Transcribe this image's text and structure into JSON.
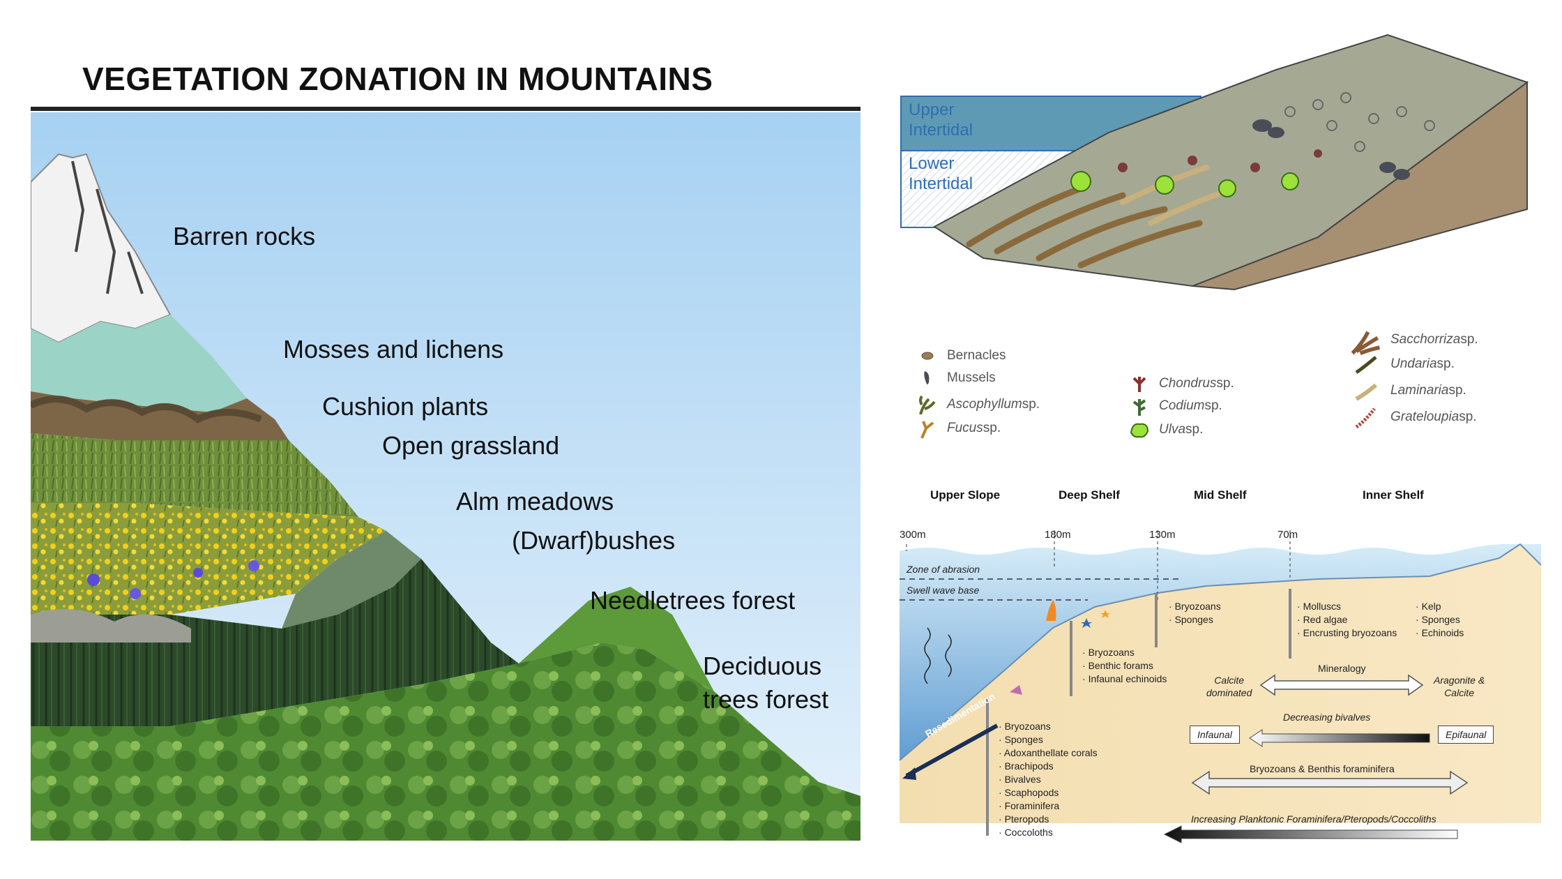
{
  "left": {
    "title": "VEGETATION ZONATION IN MOUNTAINS",
    "zones": [
      {
        "id": "barren",
        "label": "Barren rocks"
      },
      {
        "id": "mosses",
        "label": "Mosses and lichens"
      },
      {
        "id": "cushion",
        "label": "Cushion plants"
      },
      {
        "id": "grassland",
        "label": "Open grassland"
      },
      {
        "id": "alm",
        "label": "Alm meadows"
      },
      {
        "id": "bushes",
        "label": "(Dwarf)bushes"
      },
      {
        "id": "needle",
        "label": "Needletrees forest"
      },
      {
        "id": "deciduous_1",
        "label": "Deciduous"
      },
      {
        "id": "deciduous_2",
        "label": "trees forest"
      }
    ]
  },
  "right_top": {
    "tide_zones": [
      {
        "line1": "Upper",
        "line2": "Intertidal"
      },
      {
        "line1": "Lower",
        "line2": "Intertidal"
      }
    ],
    "legend": [
      {
        "icon": "barnacle-icon",
        "name": "Bernacles",
        "suffix": ""
      },
      {
        "icon": "mussel-icon",
        "name": "Mussels",
        "suffix": ""
      },
      {
        "icon": "ascophyllum-icon",
        "name": "Ascophyllum",
        "suffix": " sp."
      },
      {
        "icon": "fucus-icon",
        "name": "Fucus",
        "suffix": " sp."
      },
      {
        "icon": "chondrus-icon",
        "name": "Chondrus",
        "suffix": " sp."
      },
      {
        "icon": "codium-icon",
        "name": "Codium",
        "suffix": " sp."
      },
      {
        "icon": "ulva-icon",
        "name": "Ulva",
        "suffix": " sp."
      },
      {
        "icon": "saccorhiza-icon",
        "name": "Sacchorriza",
        "suffix": " sp."
      },
      {
        "icon": "undaria-icon",
        "name": "Undaria",
        "suffix": " sp."
      },
      {
        "icon": "laminaria-icon",
        "name": "Laminaria",
        "suffix": " sp."
      },
      {
        "icon": "grateloupia-icon",
        "name": "Grateloupia",
        "suffix": " sp."
      }
    ],
    "colors": {
      "tide_box": "#2f6db3",
      "seabed": "#9aa08c",
      "substrate": "#a78f72"
    }
  },
  "right_bottom": {
    "zones": [
      "Upper Slope",
      "Deep Shelf",
      "Mid Shelf",
      "Inner Shelf"
    ],
    "depths": [
      "300m",
      "180m",
      "130m",
      "70m"
    ],
    "water_lines": [
      "Zone of abrasion",
      "Swell wave base"
    ],
    "resedimentation": "Resedimentation",
    "lists": {
      "mid_shelf": [
        "Bryozoans",
        "Sponges"
      ],
      "inner_shelf_a": [
        "Molluscs",
        "Red algae",
        "Encrusting bryozoans"
      ],
      "inner_shelf_b": [
        "Kelp",
        "Sponges",
        "Echinoids"
      ],
      "deep_shelf": [
        "Bryozoans",
        "Benthic forams",
        "Infaunal echinoids"
      ],
      "upper_slope": [
        "Bryozoans",
        "Sponges",
        "Adoxanthellate corals",
        "Brachipods",
        "Bivalves",
        "Scaphopods",
        "Foraminifera",
        "Pteropods",
        "Coccoloths"
      ]
    },
    "mineralogy": {
      "label": "Mineralogy",
      "left": [
        "Calcite",
        "dominated"
      ],
      "right": [
        "Aragonite &",
        "Calcite"
      ]
    },
    "bivalves": {
      "label": "Decreasing bivalves",
      "left": "Infaunal",
      "right": "Epifaunal"
    },
    "bryozoans_arrow": "Bryozoans & Benthis foraminifera",
    "planktonic_arrow": "Increasing Planktonic Foraminifera/Pteropods/Coccoliths",
    "colors": {
      "water": "#bfe0f3",
      "deep_water": "#3f86c7",
      "sediment": "#f2ddb0"
    }
  }
}
